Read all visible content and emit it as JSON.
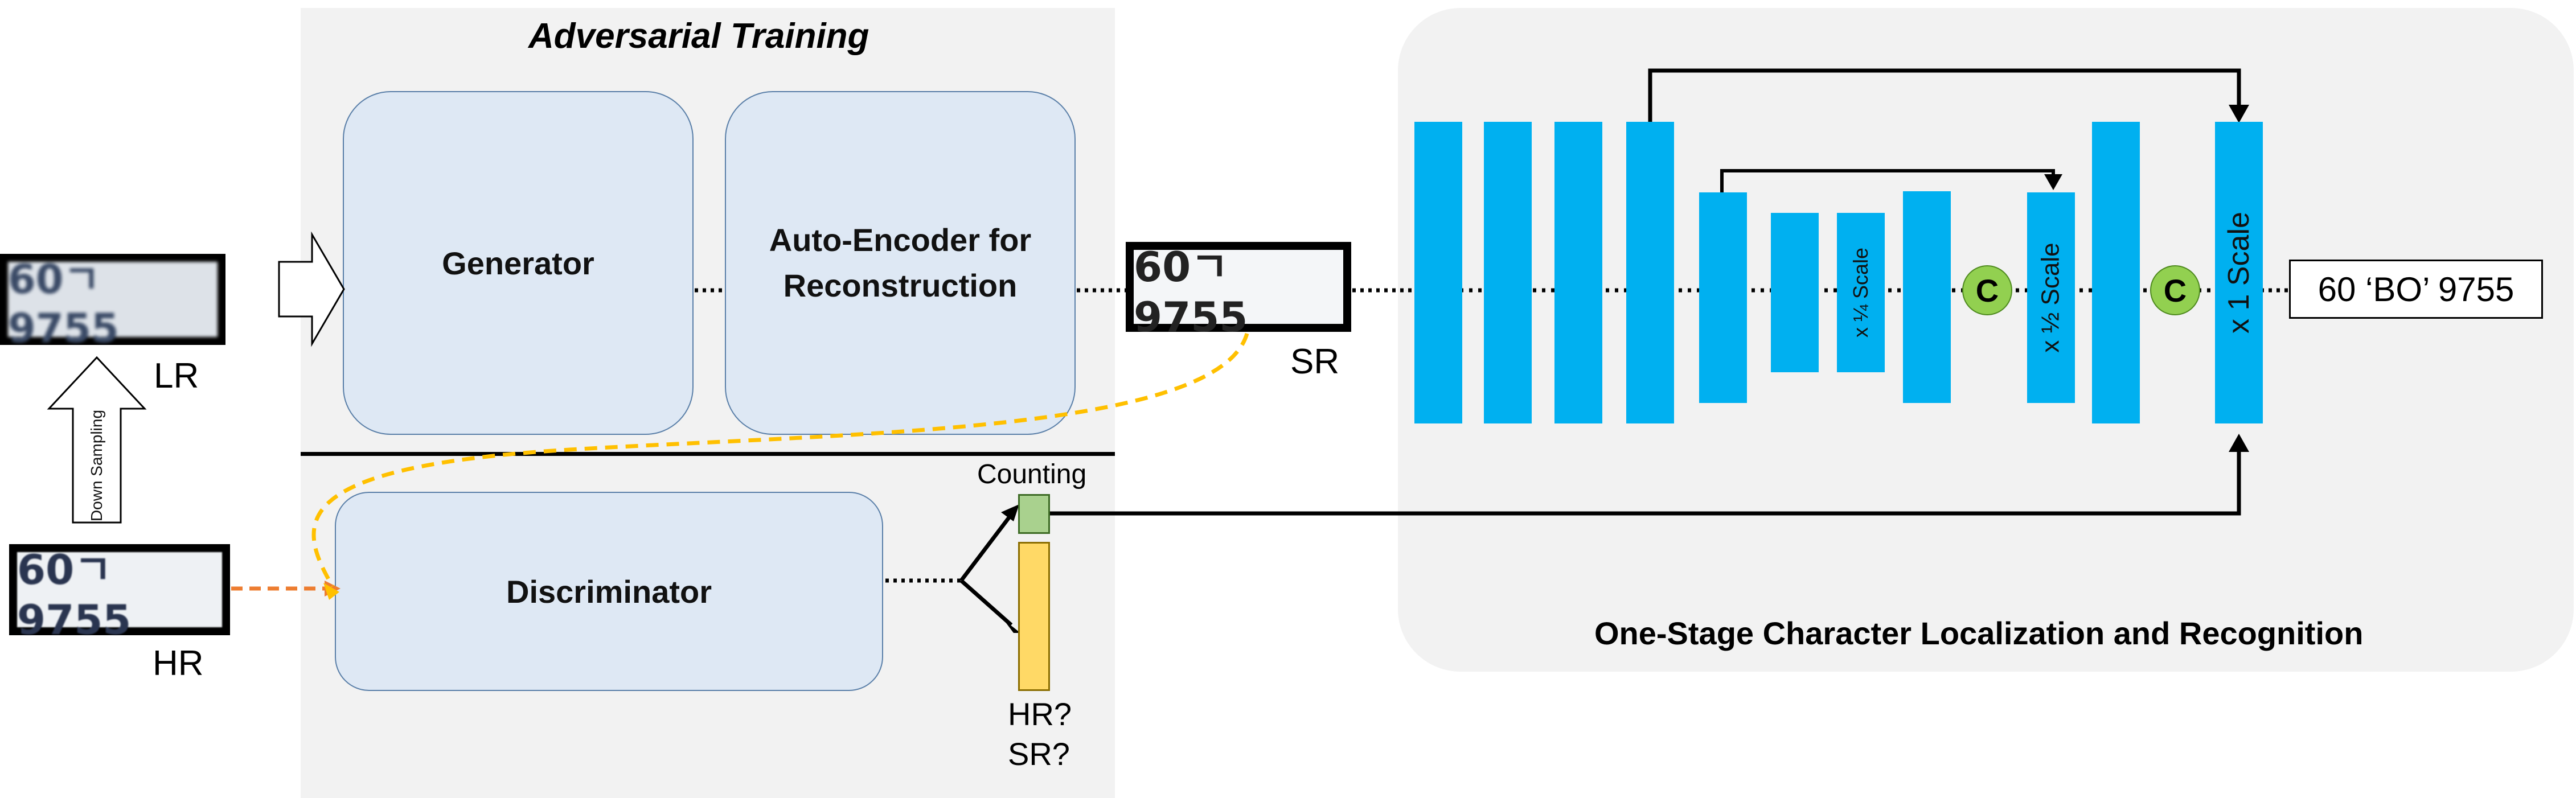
{
  "adversarial": {
    "title": "Adversarial Training",
    "generator": "Generator",
    "autoencoder_line1": "Auto-Encoder for",
    "autoencoder_line2": "Reconstruction",
    "discriminator": "Discriminator",
    "counting": "Counting",
    "hr_q": "HR?",
    "sr_q": "SR?"
  },
  "inputs": {
    "lr": "LR",
    "hr": "HR",
    "sr": "SR",
    "down_sampling": "Down Sampling",
    "plate_text": "60ㄱ 9755"
  },
  "recognition": {
    "title": "One-Stage Character Localization and Recognition",
    "scale_quarter": "x ¼ Scale",
    "scale_half": "x ½  Scale",
    "scale_one": "x 1  Scale",
    "concat": "C",
    "output": "60 ‘BO’ 9755"
  },
  "colors": {
    "panel_gray": "#f2f2f2",
    "module_fill": "#dee8f4",
    "module_border": "#5a7fa8",
    "block_blue": "#00b0f0",
    "concat_green": "#92d050",
    "counting_green": "#a9d18e",
    "hr_sr_yellow": "#ffd966",
    "dashed_orange": "#ed7d31",
    "dashed_yellow": "#ffc000"
  }
}
